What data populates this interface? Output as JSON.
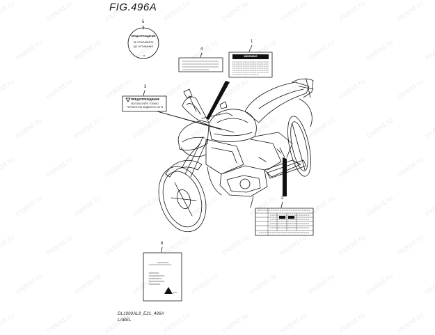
{
  "figure": {
    "title": "FIG.496A",
    "footer_code": "DL1000AL8_E21_496A",
    "footer_section": "LABEL"
  },
  "callouts": [
    "1",
    "2",
    "3",
    "4",
    "5",
    "6"
  ],
  "labels": {
    "label5": {
      "line1": "ПРЕДУПРЕЖДЕНИЕ",
      "line2": "НЕ ОТКРЫВАЙТЕ",
      "line3": "ДО ОСТЫВАНИЯ"
    },
    "label3": {
      "header": "ПРЕДУПРЕЖДЕНИЕ",
      "line1": "ИСПОЛЬЗУЙТЕ ТОЛЬКО",
      "line2": "ТОРМОЗНУЮ ЖИДКОСТЬ DOT4"
    },
    "label1": {
      "header": "WARNING"
    }
  },
  "watermark": "motod.ru",
  "colors": {
    "line": "#111111",
    "background": "#ffffff",
    "label_fill": "#f4f4f4"
  }
}
